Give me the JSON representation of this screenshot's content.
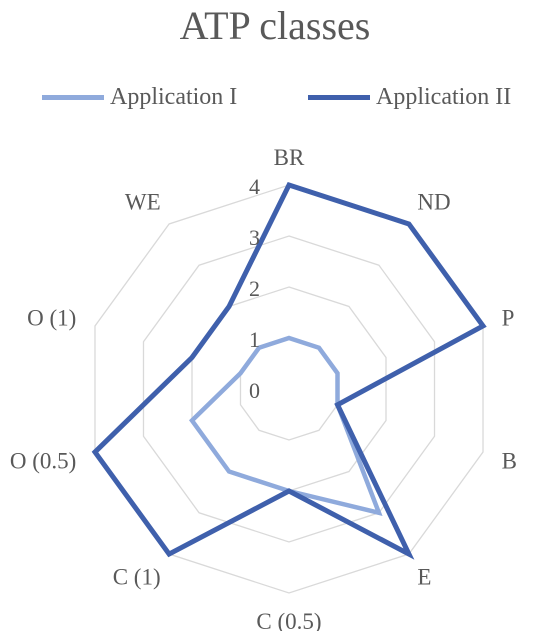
{
  "chart_data": {
    "type": "radar",
    "title": "ATP classes",
    "categories": [
      "BR",
      "ND",
      "P",
      "B",
      "E",
      "C (0.5)",
      "C (1)",
      "O (0.5)",
      "O (1)",
      "WE"
    ],
    "rmin": 0,
    "rmax": 4,
    "ticks": [
      "0",
      "1",
      "2",
      "3",
      "4"
    ],
    "grid": true,
    "legend_position": "top",
    "series": [
      {
        "name": "Application I",
        "color": "#8faadc",
        "values": [
          1,
          1,
          1,
          1,
          3,
          2,
          2,
          2,
          1,
          1
        ]
      },
      {
        "name": "Application II",
        "color": "#3f60ac",
        "values": [
          4,
          4,
          4,
          1,
          4,
          2,
          4,
          4,
          2,
          2
        ]
      }
    ]
  }
}
